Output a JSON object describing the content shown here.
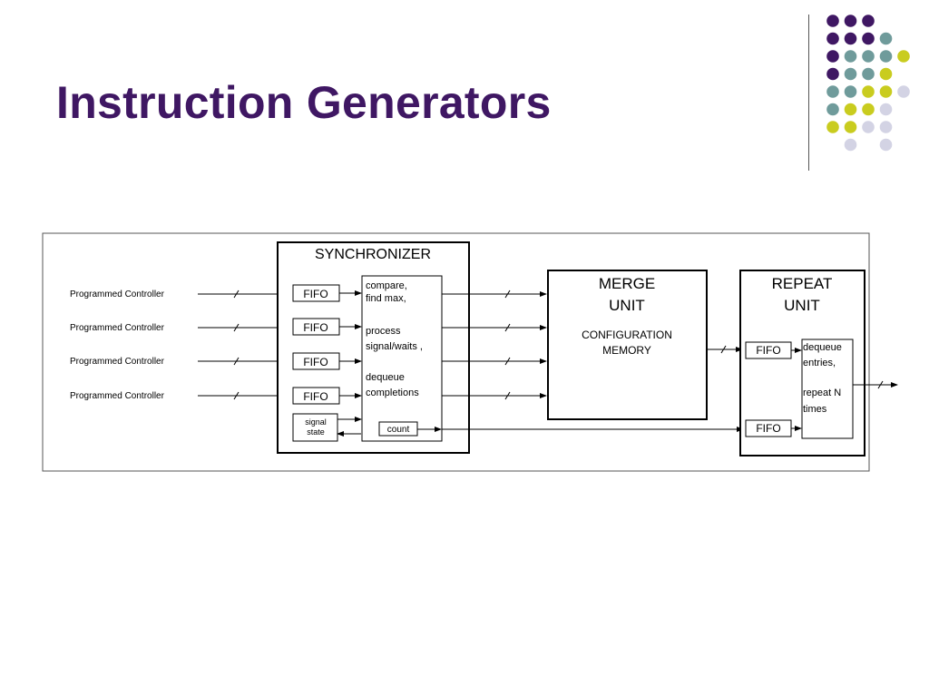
{
  "slide": {
    "title": "Instruction Generators",
    "colors": {
      "title": "#3f1763",
      "dot_purple": "#3f1763",
      "dot_teal": "#6f9b9b",
      "dot_yellow": "#c9cc1f",
      "dot_lavender": "#d3d3e4"
    },
    "dot_grid": [
      [
        "purple",
        "purple",
        "purple",
        null,
        null
      ],
      [
        "purple",
        "purple",
        "purple",
        "teal",
        null
      ],
      [
        "purple",
        "teal",
        "teal",
        "teal",
        "yellow"
      ],
      [
        "purple",
        "teal",
        "teal",
        "yellow",
        null
      ],
      [
        "teal",
        "teal",
        "yellow",
        "yellow",
        "lavender"
      ],
      [
        "teal",
        "yellow",
        "yellow",
        "lavender",
        null
      ],
      [
        "yellow",
        "yellow",
        "lavender",
        "lavender",
        null
      ],
      [
        null,
        "lavender",
        null,
        "lavender",
        null
      ]
    ]
  },
  "diagram": {
    "inputs": [
      "Programmed Controller",
      "Programmed Controller",
      "Programmed Controller",
      "Programmed Controller"
    ],
    "synchronizer": {
      "title": "SYNCHRONIZER",
      "fifo_label": "FIFO",
      "ops": [
        "compare,",
        "find max,",
        "process",
        "signal/waits ,",
        "dequeue",
        "completions"
      ],
      "signal_state": [
        "signal",
        "state"
      ],
      "count_label": "count"
    },
    "merge": {
      "title_lines": [
        "MERGE",
        "UNIT"
      ],
      "sub_lines": [
        "CONFIGURATION",
        "MEMORY"
      ]
    },
    "repeat": {
      "title_lines": [
        "REPEAT",
        "UNIT"
      ],
      "fifo_label": "FIFO",
      "ops": [
        "dequeue",
        "entries,",
        "repeat N",
        "times"
      ]
    }
  }
}
